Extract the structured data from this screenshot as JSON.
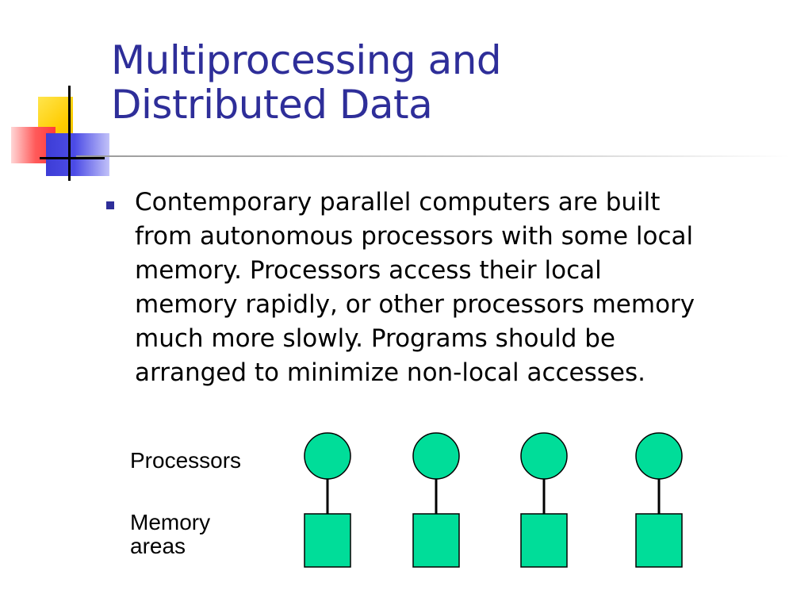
{
  "slide": {
    "title_line1": "Multiprocessing and",
    "title_line2": "Distributed Data",
    "bullet_text": "Contemporary parallel computers are built\nfrom autonomous processors with some local\nmemory.  Processors access their local\nmemory rapidly, or other processors memory\nmuch more slowly.  Programs should be\narranged to minimize non-local accesses."
  },
  "diagram": {
    "processors_label": "Processors",
    "memory_label_line1": "Memory",
    "memory_label_line2": "areas",
    "node_count": 4,
    "node_color": "#00dd99",
    "outline_color": "#000000"
  },
  "colors": {
    "title": "#2e2e99",
    "bullet": "#2e2e99"
  }
}
